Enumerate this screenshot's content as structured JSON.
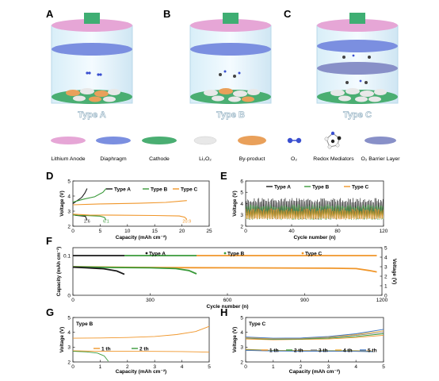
{
  "panels": {
    "A": "A",
    "B": "B",
    "C": "C",
    "D": "D",
    "E": "E",
    "F": "F",
    "G": "G",
    "H": "H"
  },
  "schematics": [
    {
      "id": "A",
      "label": "Type A"
    },
    {
      "id": "B",
      "label": "Type B"
    },
    {
      "id": "C",
      "label": "Type C"
    }
  ],
  "legend": [
    {
      "key": "lithium-anode",
      "label": "Lithium Anode",
      "color": "#e6a6d6"
    },
    {
      "key": "diaphragm",
      "label": "Diaphragm",
      "color": "#7b8fe0"
    },
    {
      "key": "cathode",
      "label": "Cathode",
      "color": "#4aae72"
    },
    {
      "key": "li2o2",
      "label": "Li₂O₂",
      "color": "#e8e8e8"
    },
    {
      "key": "by-product",
      "label": "By-product",
      "color": "#e9a05a"
    },
    {
      "key": "o2",
      "label": "O₂",
      "color": "#3a4fd0"
    },
    {
      "key": "redox-mediators",
      "label": "Redox Mediators",
      "color": "#444444"
    },
    {
      "key": "o2-barrier",
      "label": "O₂ Barrier Layer",
      "color": "#8890c8"
    }
  ],
  "colors": {
    "typeA": "#1a1a1a",
    "typeB": "#3a9a3a",
    "typeC": "#f0962a",
    "frame": "#222222"
  },
  "chart_data": [
    {
      "id": "D",
      "type": "line",
      "xlabel": "Capacity (mAh cm⁻²)",
      "ylabel": "Voltage (V)",
      "xlim": [
        0,
        25
      ],
      "ylim": [
        2,
        5
      ],
      "xticks": [
        0,
        5,
        10,
        15,
        20,
        25
      ],
      "yticks": [
        2,
        3,
        4,
        5
      ],
      "legend_position": "top-right",
      "series": [
        {
          "name": "Type A",
          "discharge": [
            [
              0,
              2.78
            ],
            [
              0.5,
              2.72
            ],
            [
              1.5,
              2.69
            ],
            [
              2.3,
              2.65
            ],
            [
              2.6,
              2.4
            ]
          ],
          "charge": [
            [
              0,
              3.5
            ],
            [
              0.8,
              3.7
            ],
            [
              1.6,
              3.9
            ],
            [
              2.2,
              4.2
            ],
            [
              2.6,
              4.5
            ]
          ]
        },
        {
          "name": "Type B",
          "discharge": [
            [
              0,
              2.75
            ],
            [
              1,
              2.72
            ],
            [
              3,
              2.7
            ],
            [
              5,
              2.67
            ],
            [
              5.8,
              2.58
            ],
            [
              6.1,
              2.4
            ]
          ],
          "charge": [
            [
              0,
              3.6
            ],
            [
              2,
              3.8
            ],
            [
              4,
              3.95
            ],
            [
              5.5,
              4.25
            ],
            [
              6.1,
              4.5
            ]
          ]
        },
        {
          "name": "Type C",
          "discharge": [
            [
              0,
              2.8
            ],
            [
              3,
              2.74
            ],
            [
              8,
              2.73
            ],
            [
              15,
              2.71
            ],
            [
              19.5,
              2.68
            ],
            [
              20.5,
              2.6
            ],
            [
              20.9,
              2.45
            ]
          ],
          "charge": [
            [
              0,
              3.42
            ],
            [
              5,
              3.48
            ],
            [
              12,
              3.52
            ],
            [
              17,
              3.58
            ],
            [
              20.9,
              3.7
            ]
          ]
        }
      ],
      "annotations": [
        {
          "text": "2.6",
          "x": 2.6,
          "y": 2.35
        },
        {
          "text": "6.1",
          "x": 6.1,
          "y": 2.35
        },
        {
          "text": "20.9",
          "x": 20.9,
          "y": 2.35
        }
      ]
    },
    {
      "id": "E",
      "type": "line",
      "xlabel": "Cycle number (n)",
      "ylabel": "Voltage (V)",
      "xlim": [
        0,
        120
      ],
      "ylim": [
        2,
        6
      ],
      "xticks": [
        0,
        40,
        80,
        120
      ],
      "yticks": [
        2,
        3,
        4,
        5,
        6
      ],
      "legend_position": "top",
      "series": [
        {
          "name": "Type A",
          "cycles": 120,
          "low": [
            2.6,
            2.9
          ],
          "high": [
            4.1,
            4.5
          ]
        },
        {
          "name": "Type B",
          "cycles": 120,
          "low": [
            2.55,
            2.75
          ],
          "high": [
            3.6,
            3.95
          ]
        },
        {
          "name": "Type C",
          "cycles": 120,
          "low": [
            2.6,
            2.7
          ],
          "high": [
            3.3,
            3.6
          ]
        }
      ]
    },
    {
      "id": "F",
      "type": "line",
      "xlabel": "Cycle number (n)",
      "ylabel": "Capacity (mAh cm⁻²)",
      "ylabel_right": "Voltage (V)",
      "xlim": [
        0,
        1200
      ],
      "ylim": [
        0,
        0.12
      ],
      "ylim_right": [
        0,
        5
      ],
      "xticks": [
        0,
        300,
        600,
        900,
        1200
      ],
      "yticks": [
        0,
        0.1
      ],
      "yticks_right": [
        0,
        1,
        2,
        3,
        4,
        5
      ],
      "legend_position": "top",
      "capacity_line": {
        "value": 0.1,
        "segments": [
          {
            "series": "Type A",
            "from": 0,
            "to": 200
          },
          {
            "series": "Type B",
            "from": 200,
            "to": 480
          },
          {
            "series": "Type C",
            "from": 480,
            "to": 1180
          }
        ]
      },
      "series": [
        {
          "name": "Type A",
          "voltage": [
            [
              0,
              2.95
            ],
            [
              50,
              2.88
            ],
            [
              120,
              2.78
            ],
            [
              170,
              2.55
            ],
            [
              200,
              2.2
            ]
          ]
        },
        {
          "name": "Type B",
          "voltage": [
            [
              0,
              2.98
            ],
            [
              150,
              2.92
            ],
            [
              300,
              2.88
            ],
            [
              400,
              2.8
            ],
            [
              450,
              2.6
            ],
            [
              480,
              2.25
            ]
          ]
        },
        {
          "name": "Type C",
          "voltage": [
            [
              0,
              3.0
            ],
            [
              200,
              2.93
            ],
            [
              400,
              2.9
            ],
            [
              600,
              2.88
            ],
            [
              800,
              2.87
            ],
            [
              1000,
              2.84
            ],
            [
              1100,
              2.8
            ],
            [
              1150,
              2.6
            ],
            [
              1180,
              2.45
            ]
          ]
        }
      ]
    },
    {
      "id": "G",
      "type": "line",
      "title": "Type B",
      "xlabel": "Capacity (mAh cm⁻²)",
      "ylabel": "Voltage (V)",
      "xlim": [
        0,
        5
      ],
      "ylim": [
        2,
        5
      ],
      "xticks": [
        0,
        1,
        2,
        3,
        4,
        5
      ],
      "yticks": [
        2,
        3,
        4,
        5
      ],
      "legend_position": "center",
      "series": [
        {
          "name": "1 th",
          "color": "#f0962a",
          "discharge": [
            [
              0,
              2.75
            ],
            [
              1,
              2.72
            ],
            [
              2,
              2.72
            ],
            [
              3,
              2.71
            ],
            [
              4,
              2.7
            ],
            [
              4.6,
              2.68
            ],
            [
              5,
              2.66
            ]
          ],
          "charge": [
            [
              0,
              3.6
            ],
            [
              1,
              3.62
            ],
            [
              2,
              3.65
            ],
            [
              3,
              3.72
            ],
            [
              3.8,
              3.85
            ],
            [
              4.5,
              4.05
            ],
            [
              5,
              4.4
            ]
          ]
        },
        {
          "name": "2 th",
          "color": "#3a9a3a",
          "discharge": [
            [
              0,
              2.72
            ],
            [
              0.5,
              2.68
            ],
            [
              0.9,
              2.6
            ],
            [
              1.15,
              2.4
            ],
            [
              1.3,
              2.05
            ]
          ],
          "charge": []
        }
      ]
    },
    {
      "id": "H",
      "type": "line",
      "title": "Type C",
      "xlabel": "Capacity (mAh cm⁻²)",
      "ylabel": "Voltage (V)",
      "xlim": [
        0,
        5
      ],
      "ylim": [
        2,
        5
      ],
      "xticks": [
        0,
        1,
        2,
        3,
        4,
        5
      ],
      "yticks": [
        2,
        3,
        4,
        5
      ],
      "legend_position": "center",
      "series": [
        {
          "name": "1 th",
          "color": "#f0962a",
          "charge": [
            [
              0,
              3.55
            ],
            [
              1,
              3.5
            ],
            [
              2,
              3.52
            ],
            [
              3,
              3.55
            ],
            [
              4,
              3.65
            ],
            [
              5,
              3.8
            ]
          ],
          "discharge": [
            [
              0,
              2.85
            ],
            [
              1,
              2.78
            ],
            [
              2,
              2.77
            ],
            [
              3,
              2.76
            ],
            [
              4,
              2.76
            ],
            [
              4.6,
              2.74
            ]
          ]
        },
        {
          "name": "2 th",
          "color": "#3a9a3a",
          "charge": [
            [
              0,
              3.6
            ],
            [
              1,
              3.52
            ],
            [
              2,
              3.55
            ],
            [
              3,
              3.6
            ],
            [
              4,
              3.72
            ],
            [
              5,
              3.9
            ]
          ],
          "discharge": [
            [
              0,
              2.82
            ],
            [
              1,
              2.77
            ],
            [
              2,
              2.76
            ],
            [
              3,
              2.75
            ],
            [
              4,
              2.74
            ],
            [
              4.6,
              2.72
            ]
          ]
        },
        {
          "name": "3 th",
          "color": "#888888",
          "charge": [
            [
              0,
              3.62
            ],
            [
              1,
              3.55
            ],
            [
              2,
              3.58
            ],
            [
              3,
              3.65
            ],
            [
              4,
              3.8
            ],
            [
              5,
              4.0
            ]
          ],
          "discharge": [
            [
              0,
              2.8
            ],
            [
              1,
              2.76
            ],
            [
              2,
              2.75
            ],
            [
              3,
              2.74
            ],
            [
              4,
              2.73
            ],
            [
              4.6,
              2.71
            ]
          ]
        },
        {
          "name": "4 th",
          "color": "#f0b040",
          "charge": [
            [
              0,
              3.65
            ],
            [
              1,
              3.57
            ],
            [
              2,
              3.6
            ],
            [
              3,
              3.68
            ],
            [
              4,
              3.85
            ],
            [
              5,
              4.1
            ]
          ],
          "discharge": [
            [
              0,
              2.79
            ],
            [
              1,
              2.75
            ],
            [
              2,
              2.74
            ],
            [
              3,
              2.73
            ],
            [
              4,
              2.72
            ],
            [
              4.6,
              2.7
            ]
          ]
        },
        {
          "name": "5 th",
          "color": "#3b74c4",
          "charge": [
            [
              0,
              3.68
            ],
            [
              1,
              3.6
            ],
            [
              2,
              3.62
            ],
            [
              3,
              3.72
            ],
            [
              4,
              3.9
            ],
            [
              5,
              4.2
            ]
          ],
          "discharge": [
            [
              0,
              2.78
            ],
            [
              1,
              2.74
            ],
            [
              2,
              2.73
            ],
            [
              3,
              2.72
            ],
            [
              4,
              2.71
            ],
            [
              4.6,
              2.69
            ]
          ]
        }
      ]
    }
  ]
}
